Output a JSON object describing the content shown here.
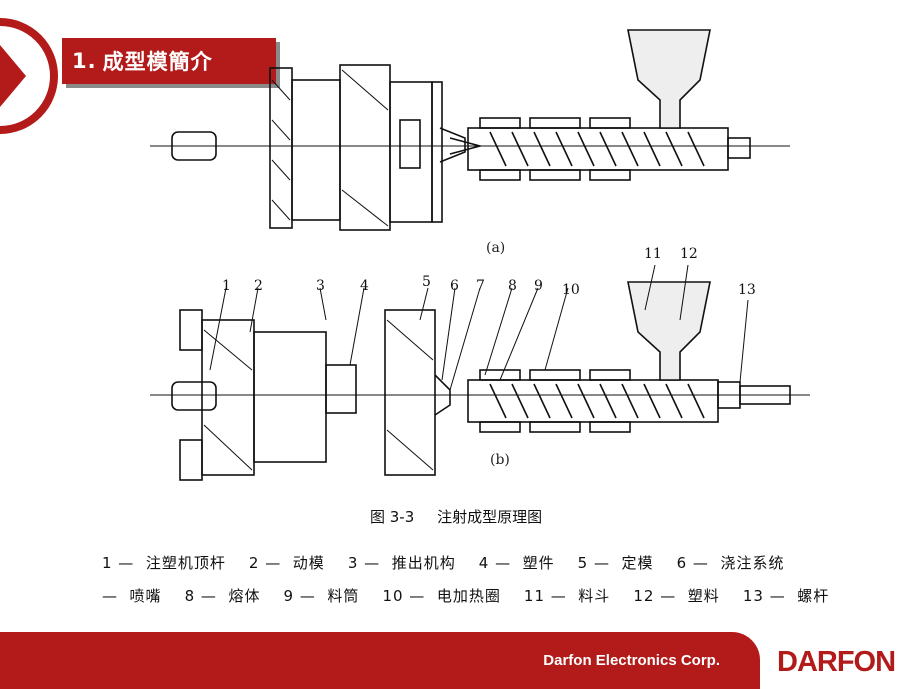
{
  "slide": {
    "title_number": "1.",
    "title_text": "成型模簡介",
    "caption_a": "(a)",
    "caption_b": "(b)",
    "figure_number": "图 3-3",
    "figure_title": "注射成型原理图",
    "part_labels": [
      "1",
      "2",
      "3",
      "4",
      "5",
      "6",
      "7",
      "8",
      "9",
      "10",
      "11",
      "12",
      "13"
    ],
    "legend_line1": "1 —  注塑机顶杆    2 —  动模    3 —  推出机构    4 —  塑件    5 —  定模    6 —  浇注系统",
    "legend_line2": "—  喷嘴    8 —  熔体    9 —  料筒    10 —  电加热圈    11 —  料斗    12 —  塑料    13 —  螺杆"
  },
  "footer": {
    "company": "Darfon Electronics Corp.",
    "brand": "DARFON"
  },
  "colors": {
    "accent": "#b31b1b"
  }
}
